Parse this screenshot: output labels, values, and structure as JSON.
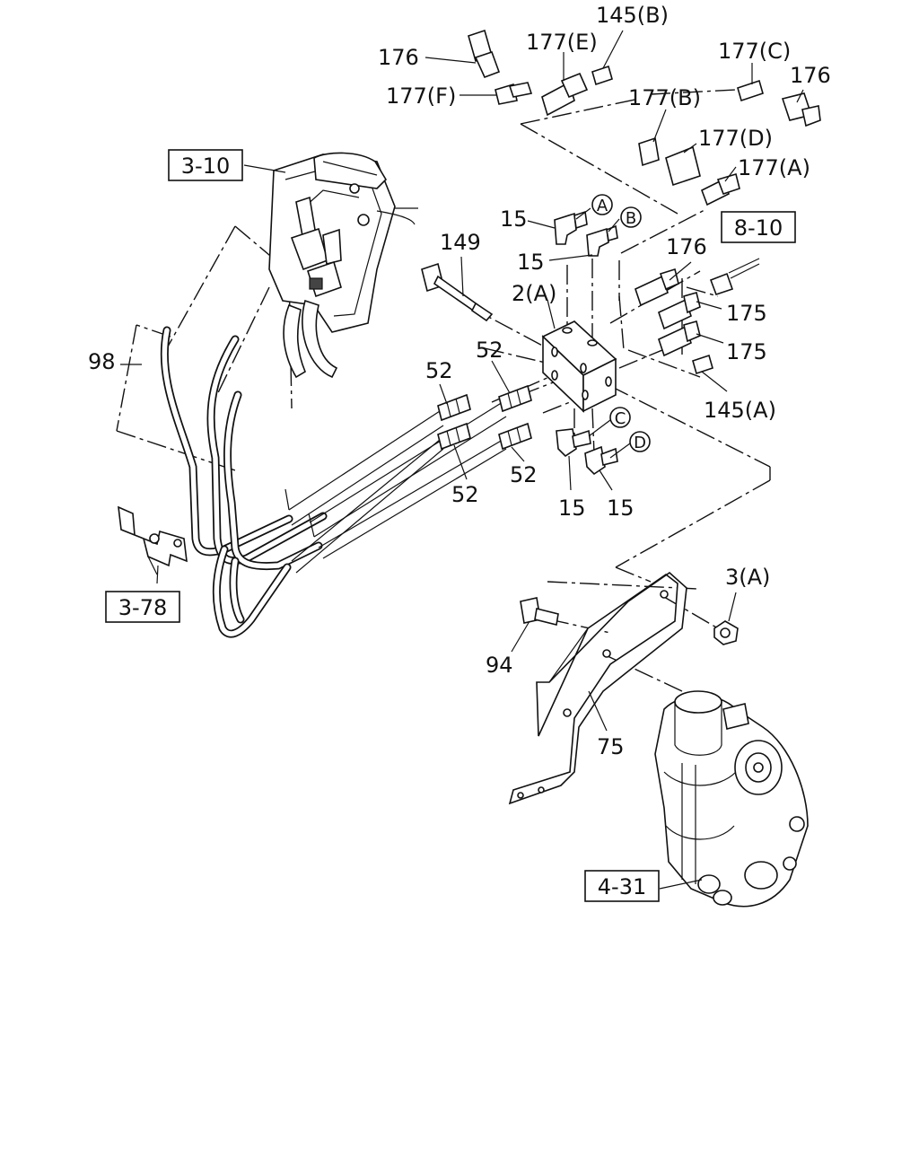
{
  "labels": {
    "l145b": "145(B)",
    "l177e": "177(E)",
    "l176a": "176",
    "l177f": "177(F)",
    "l177c": "177(C)",
    "l176b": "176",
    "l177b": "177(B)",
    "l177d": "177(D)",
    "l177a": "177(A)",
    "l310": "3-10",
    "l15a": "15",
    "l15b": "15",
    "l149": "149",
    "l2a": "2(A)",
    "l810": "8-10",
    "l176c": "176",
    "l175a": "175",
    "l175b": "175",
    "l98": "98",
    "l52a": "52",
    "l52b": "52",
    "l52c": "52",
    "l52d": "52",
    "l145a": "145(A)",
    "l15c": "15",
    "l15d": "15",
    "l378": "3-78",
    "l3a": "3(A)",
    "l94": "94",
    "l75": "75",
    "l431": "4-31"
  },
  "callouts": {
    "a": "A",
    "b": "B",
    "c": "C",
    "d": "D"
  }
}
